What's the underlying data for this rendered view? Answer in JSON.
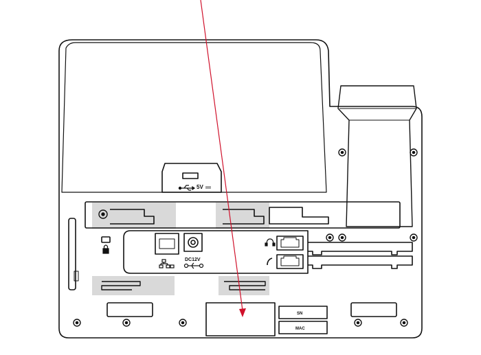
{
  "labels": {
    "usb_rating": "5V",
    "dc_rating": "DC12V",
    "serial_number": "SN",
    "mac_address": "MAC"
  },
  "colors": {
    "outline": "#111111",
    "highlight": "#d9d9d9",
    "arrow": "#d0112b",
    "background": "#ffffff"
  },
  "icons": [
    "usb-icon",
    "lock-icon",
    "ethernet-icon",
    "headset-icon",
    "handset-icon",
    "dc-polarity-icon",
    "screw-icon"
  ]
}
